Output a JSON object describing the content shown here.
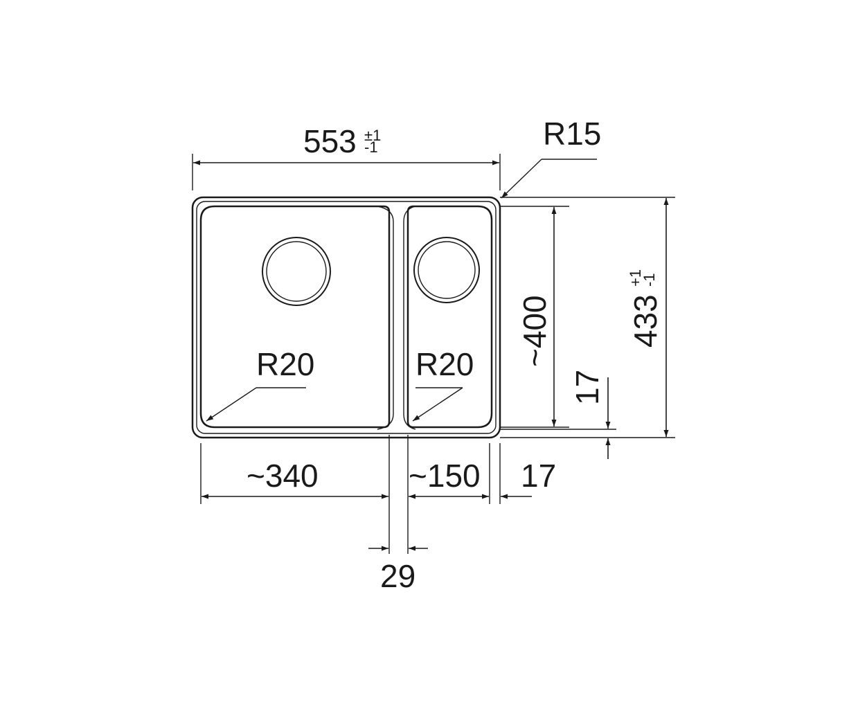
{
  "colors": {
    "ink": "#1a1a1a",
    "background": "#ffffff"
  },
  "dimensions": {
    "overall_width": {
      "value": "553",
      "tol_plus": "±1",
      "tol_minus": "-1"
    },
    "overall_depth": {
      "value": "433",
      "tol_plus": "+1",
      "tol_minus": "-1"
    },
    "corner_radius": "R15",
    "left_bowl_radius": "R20",
    "right_bowl_radius": "R20",
    "bowl_depth": "~400",
    "left_bowl_width": "~340",
    "right_bowl_width": "~150",
    "right_rim": "17",
    "bottom_rim": "17",
    "divider_width": "29"
  }
}
